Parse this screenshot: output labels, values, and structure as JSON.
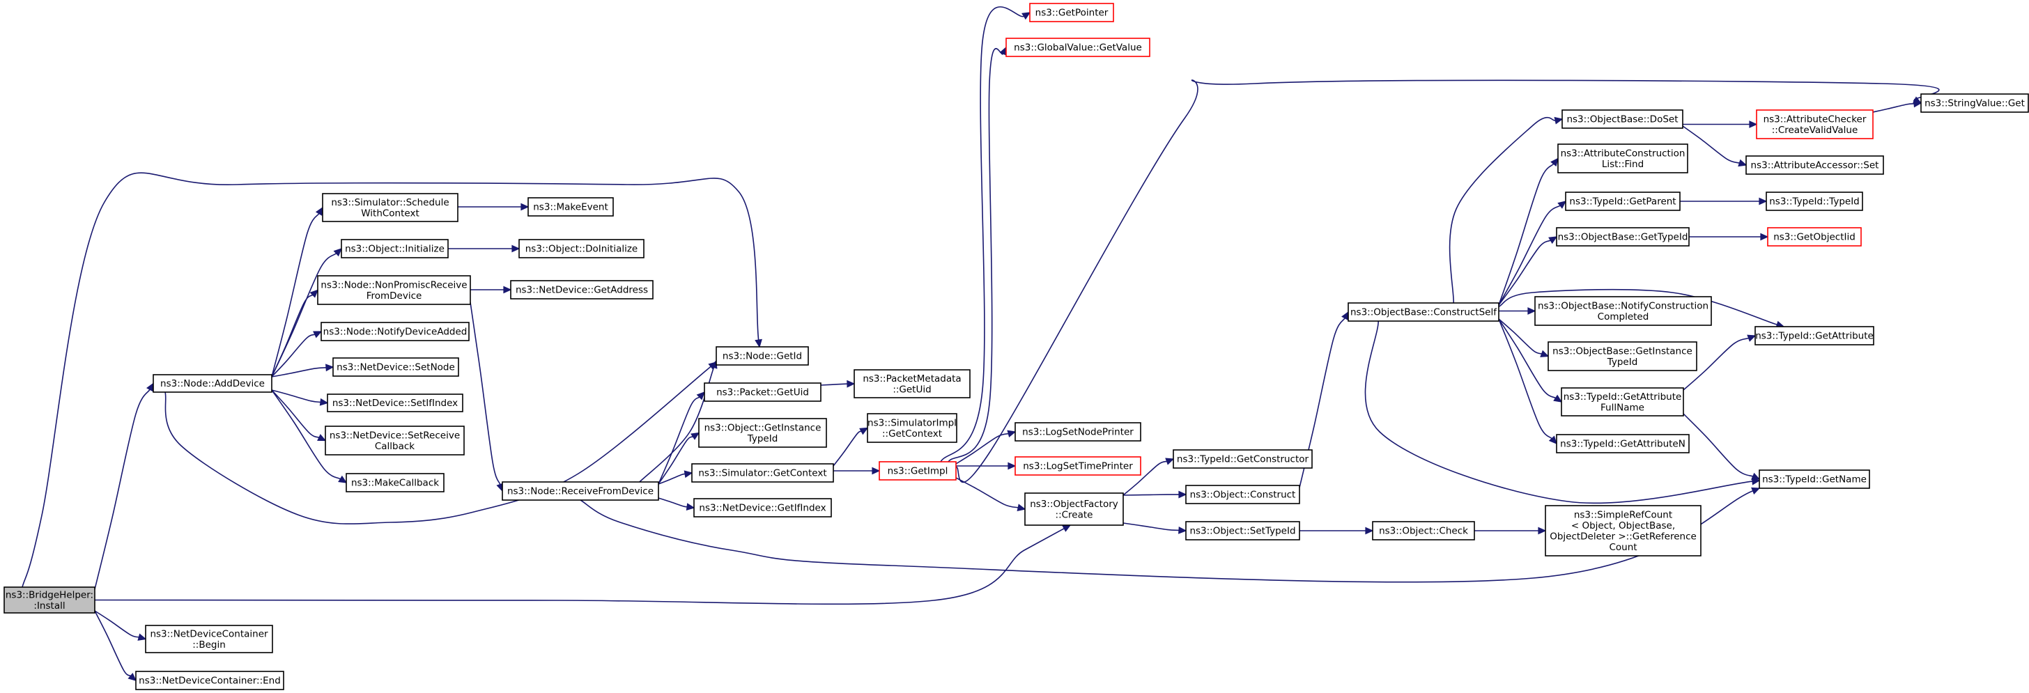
{
  "diagram": {
    "type": "call-graph",
    "colors": {
      "edge": "#191970",
      "node_border": "#000000",
      "node_border_truncated": "#ff0000",
      "root_fill": "#bfbfbf",
      "node_fill": "#ffffff"
    },
    "nodes": [
      {
        "id": "install",
        "lines": [
          "ns3::BridgeHelper:",
          ":Install"
        ],
        "style": "root"
      },
      {
        "id": "ndc_begin",
        "lines": [
          "ns3::NetDeviceContainer",
          "::Begin"
        ],
        "style": "normal"
      },
      {
        "id": "ndc_end",
        "lines": [
          "ns3::NetDeviceContainer::End"
        ],
        "style": "normal"
      },
      {
        "id": "adddevice",
        "lines": [
          "ns3::Node::AddDevice"
        ],
        "style": "normal"
      },
      {
        "id": "schedule",
        "lines": [
          "ns3::Simulator::Schedule",
          "WithContext"
        ],
        "style": "normal"
      },
      {
        "id": "obj_init",
        "lines": [
          "ns3::Object::Initialize"
        ],
        "style": "normal"
      },
      {
        "id": "nonpromisc",
        "lines": [
          "ns3::Node::NonPromiscReceive",
          "FromDevice"
        ],
        "style": "normal"
      },
      {
        "id": "notifyadded",
        "lines": [
          "ns3::Node::NotifyDeviceAdded"
        ],
        "style": "normal"
      },
      {
        "id": "setnode",
        "lines": [
          "ns3::NetDevice::SetNode"
        ],
        "style": "normal"
      },
      {
        "id": "setifindex",
        "lines": [
          "ns3::NetDevice::SetIfIndex"
        ],
        "style": "normal"
      },
      {
        "id": "setrecv",
        "lines": [
          "ns3::NetDevice::SetReceive",
          "Callback"
        ],
        "style": "normal"
      },
      {
        "id": "makecallback",
        "lines": [
          "ns3::MakeCallback"
        ],
        "style": "normal"
      },
      {
        "id": "makeevent",
        "lines": [
          "ns3::MakeEvent"
        ],
        "style": "normal"
      },
      {
        "id": "doinit",
        "lines": [
          "ns3::Object::DoInitialize"
        ],
        "style": "normal"
      },
      {
        "id": "getaddress",
        "lines": [
          "ns3::NetDevice::GetAddress"
        ],
        "style": "normal"
      },
      {
        "id": "recvfrom",
        "lines": [
          "ns3::Node::ReceiveFromDevice"
        ],
        "style": "normal"
      },
      {
        "id": "node_getid",
        "lines": [
          "ns3::Node::GetId"
        ],
        "style": "normal"
      },
      {
        "id": "pkt_getuid",
        "lines": [
          "ns3::Packet::GetUid"
        ],
        "style": "normal"
      },
      {
        "id": "getinstance",
        "lines": [
          "ns3::Object::GetInstance",
          "TypeId"
        ],
        "style": "normal"
      },
      {
        "id": "sim_getctx",
        "lines": [
          "ns3::Simulator::GetContext"
        ],
        "style": "normal"
      },
      {
        "id": "getifindex",
        "lines": [
          "ns3::NetDevice::GetIfIndex"
        ],
        "style": "normal"
      },
      {
        "id": "pm_getuid",
        "lines": [
          "ns3::PacketMetadata",
          "::GetUid"
        ],
        "style": "normal"
      },
      {
        "id": "simimpl_ctx",
        "lines": [
          "ns3::SimulatorImpl",
          "::GetContext"
        ],
        "style": "normal"
      },
      {
        "id": "getimpl",
        "lines": [
          "ns3::GetImpl"
        ],
        "style": "truncated"
      },
      {
        "id": "getpointer",
        "lines": [
          "ns3::GetPointer"
        ],
        "style": "truncated"
      },
      {
        "id": "gv_getvalue",
        "lines": [
          "ns3::GlobalValue::GetValue"
        ],
        "style": "truncated"
      },
      {
        "id": "lognode",
        "lines": [
          "ns3::LogSetNodePrinter"
        ],
        "style": "normal"
      },
      {
        "id": "logtime",
        "lines": [
          "ns3::LogSetTimePrinter"
        ],
        "style": "truncated"
      },
      {
        "id": "of_create",
        "lines": [
          "ns3::ObjectFactory",
          "::Create"
        ],
        "style": "normal"
      },
      {
        "id": "tid_getctor",
        "lines": [
          "ns3::TypeId::GetConstructor"
        ],
        "style": "normal"
      },
      {
        "id": "obj_construct",
        "lines": [
          "ns3::Object::Construct"
        ],
        "style": "normal"
      },
      {
        "id": "obj_settypeid",
        "lines": [
          "ns3::Object::SetTypeId"
        ],
        "style": "normal"
      },
      {
        "id": "obj_check",
        "lines": [
          "ns3::Object::Check"
        ],
        "style": "normal"
      },
      {
        "id": "simplerefcount",
        "lines": [
          "ns3::SimpleRefCount",
          "< Object, ObjectBase,",
          "ObjectDeleter >::GetReference",
          "Count"
        ],
        "style": "normal"
      },
      {
        "id": "constructself",
        "lines": [
          "ns3::ObjectBase::ConstructSelf"
        ],
        "style": "normal"
      },
      {
        "id": "doset",
        "lines": [
          "ns3::ObjectBase::DoSet"
        ],
        "style": "normal"
      },
      {
        "id": "attrconst",
        "lines": [
          "ns3::AttributeConstruction",
          "List::Find"
        ],
        "style": "normal"
      },
      {
        "id": "tid_getparent",
        "lines": [
          "ns3::TypeId::GetParent"
        ],
        "style": "normal"
      },
      {
        "id": "ob_gettypeid",
        "lines": [
          "ns3::ObjectBase::GetTypeId"
        ],
        "style": "normal"
      },
      {
        "id": "notifyconst",
        "lines": [
          "ns3::ObjectBase::NotifyConstruction",
          "Completed"
        ],
        "style": "normal"
      },
      {
        "id": "ob_getinst",
        "lines": [
          "ns3::ObjectBase::GetInstance",
          "TypeId"
        ],
        "style": "normal"
      },
      {
        "id": "tid_getattrfull",
        "lines": [
          "ns3::TypeId::GetAttribute",
          "FullName"
        ],
        "style": "normal"
      },
      {
        "id": "tid_getattrn",
        "lines": [
          "ns3::TypeId::GetAttributeN"
        ],
        "style": "normal"
      },
      {
        "id": "attrchecker",
        "lines": [
          "ns3::AttributeChecker",
          "::CreateValidValue"
        ],
        "style": "truncated"
      },
      {
        "id": "attraccessor",
        "lines": [
          "ns3::AttributeAccessor::Set"
        ],
        "style": "normal"
      },
      {
        "id": "tid_typeid",
        "lines": [
          "ns3::TypeId::TypeId"
        ],
        "style": "normal"
      },
      {
        "id": "getobjectiid",
        "lines": [
          "ns3::GetObjectIid"
        ],
        "style": "truncated"
      },
      {
        "id": "tid_getattr",
        "lines": [
          "ns3::TypeId::GetAttribute"
        ],
        "style": "normal"
      },
      {
        "id": "tid_getname",
        "lines": [
          "ns3::TypeId::GetName"
        ],
        "style": "normal"
      },
      {
        "id": "stringvalue_get",
        "lines": [
          "ns3::StringValue::Get"
        ],
        "style": "normal"
      }
    ],
    "edges": [
      [
        "install",
        "adddevice"
      ],
      [
        "install",
        "ndc_begin"
      ],
      [
        "install",
        "ndc_end"
      ],
      [
        "install",
        "node_getid"
      ],
      [
        "install",
        "of_create"
      ],
      [
        "adddevice",
        "schedule"
      ],
      [
        "adddevice",
        "obj_init"
      ],
      [
        "adddevice",
        "nonpromisc"
      ],
      [
        "adddevice",
        "notifyadded"
      ],
      [
        "adddevice",
        "setnode"
      ],
      [
        "adddevice",
        "setifindex"
      ],
      [
        "adddevice",
        "setrecv"
      ],
      [
        "adddevice",
        "makecallback"
      ],
      [
        "adddevice",
        "node_getid"
      ],
      [
        "schedule",
        "makeevent"
      ],
      [
        "obj_init",
        "doinit"
      ],
      [
        "nonpromisc",
        "getaddress"
      ],
      [
        "nonpromisc",
        "recvfrom"
      ],
      [
        "recvfrom",
        "node_getid"
      ],
      [
        "recvfrom",
        "pkt_getuid"
      ],
      [
        "recvfrom",
        "getinstance"
      ],
      [
        "recvfrom",
        "sim_getctx"
      ],
      [
        "recvfrom",
        "getifindex"
      ],
      [
        "recvfrom",
        "tid_getname"
      ],
      [
        "pkt_getuid",
        "pm_getuid"
      ],
      [
        "sim_getctx",
        "simimpl_ctx"
      ],
      [
        "sim_getctx",
        "getimpl"
      ],
      [
        "getimpl",
        "getpointer"
      ],
      [
        "getimpl",
        "gv_getvalue"
      ],
      [
        "getimpl",
        "lognode"
      ],
      [
        "getimpl",
        "logtime"
      ],
      [
        "getimpl",
        "of_create"
      ],
      [
        "getimpl",
        "stringvalue_get"
      ],
      [
        "of_create",
        "tid_getctor"
      ],
      [
        "of_create",
        "obj_construct"
      ],
      [
        "of_create",
        "obj_settypeid"
      ],
      [
        "obj_construct",
        "constructself"
      ],
      [
        "obj_settypeid",
        "obj_check"
      ],
      [
        "obj_check",
        "simplerefcount"
      ],
      [
        "constructself",
        "doset"
      ],
      [
        "constructself",
        "attrconst"
      ],
      [
        "constructself",
        "tid_getparent"
      ],
      [
        "constructself",
        "ob_gettypeid"
      ],
      [
        "constructself",
        "notifyconst"
      ],
      [
        "constructself",
        "ob_getinst"
      ],
      [
        "constructself",
        "tid_getattrfull"
      ],
      [
        "constructself",
        "tid_getattrn"
      ],
      [
        "constructself",
        "tid_getattr"
      ],
      [
        "constructself",
        "tid_getname"
      ],
      [
        "doset",
        "attrchecker"
      ],
      [
        "doset",
        "attraccessor"
      ],
      [
        "attrchecker",
        "stringvalue_get"
      ],
      [
        "tid_getparent",
        "tid_typeid"
      ],
      [
        "ob_gettypeid",
        "getobjectiid"
      ],
      [
        "tid_getattrfull",
        "tid_getattr"
      ],
      [
        "tid_getattrfull",
        "tid_getname"
      ]
    ]
  }
}
